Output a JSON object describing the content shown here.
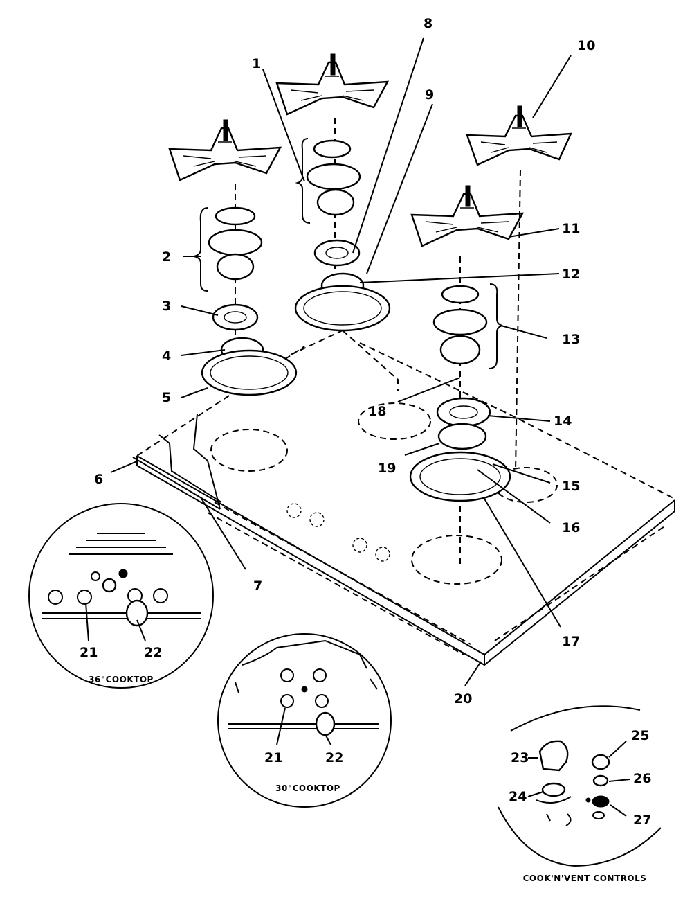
{
  "callouts": [
    {
      "id": "1",
      "label": "1"
    },
    {
      "id": "2",
      "label": "2"
    },
    {
      "id": "3",
      "label": "3"
    },
    {
      "id": "4",
      "label": "4"
    },
    {
      "id": "5",
      "label": "5"
    },
    {
      "id": "6",
      "label": "6"
    },
    {
      "id": "7",
      "label": "7"
    },
    {
      "id": "8",
      "label": "8"
    },
    {
      "id": "9",
      "label": "9"
    },
    {
      "id": "10",
      "label": "10"
    },
    {
      "id": "11",
      "label": "11"
    },
    {
      "id": "12",
      "label": "12"
    },
    {
      "id": "13",
      "label": "13"
    },
    {
      "id": "14",
      "label": "14"
    },
    {
      "id": "15",
      "label": "15"
    },
    {
      "id": "16",
      "label": "16"
    },
    {
      "id": "17",
      "label": "17"
    },
    {
      "id": "18",
      "label": "18"
    },
    {
      "id": "19",
      "label": "19"
    },
    {
      "id": "20",
      "label": "20"
    }
  ],
  "inset_36": {
    "caption": "36\"COOKTOP",
    "labels": [
      "21",
      "22"
    ]
  },
  "inset_30": {
    "caption": "30\"COOKTOP",
    "labels": [
      "21",
      "22"
    ]
  },
  "inset_vent": {
    "caption": "COOK'N'VENT CONTROLS",
    "labels": [
      "23",
      "24",
      "25",
      "26",
      "27"
    ]
  }
}
